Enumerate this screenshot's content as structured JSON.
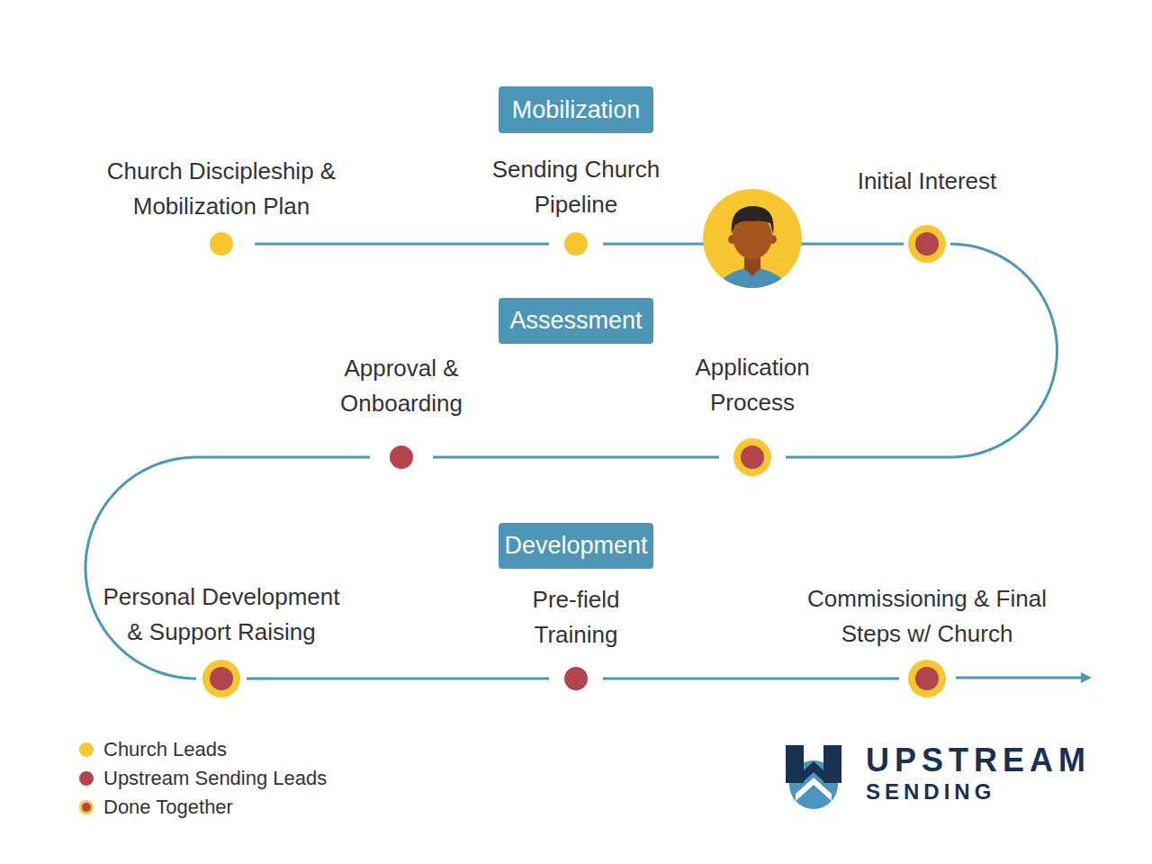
{
  "diagram": {
    "nodes": [
      {
        "text": [
          "Mobilization"
        ]
      },
      {
        "text": [
          "Church Discipleship & Mobilization Plan"
        ]
      },
      {
        "text": [
          "Sending Church Pipeline"
        ]
      },
      {
        "text": [
          "Initial Interest"
        ]
      },
      {
        "text": [
          "Assessment"
        ]
      },
      {
        "text": [
          "Approval & Onboarding"
        ]
      },
      {
        "text": [
          "Application Process"
        ]
      },
      {
        "text": [
          "Development"
        ]
      },
      {
        "text": [
          "Personal Development & Support Raising"
        ]
      },
      {
        "text": [
          "Pre-field Training"
        ]
      },
      {
        "text": [
          "Commissioning & Final Steps w/ Church"
        ]
      }
    ],
    "edges": [
      {
        "from": 1,
        "to": 2,
        "arrow": "none"
      },
      {
        "from": 2,
        "to": 3,
        "arrow": "none"
      },
      {
        "from": 3,
        "to": 6,
        "arrow": "none"
      },
      {
        "from": 6,
        "to": 5,
        "arrow": "none"
      },
      {
        "from": 5,
        "to": 8,
        "arrow": "none"
      },
      {
        "from": 8,
        "to": 9,
        "arrow": "none"
      },
      {
        "from": 9,
        "to": 10,
        "arrow": "none"
      }
    ],
    "labels": [
      "UPSTREAM",
      "SENDING"
    ],
    "legend": [
      {
        "text": "Church Leads",
        "color": "#F8C630"
      },
      {
        "text": "Upstream Sending Leads",
        "color": "#B2444B"
      },
      {
        "text": "Done Together"
      }
    ]
  }
}
